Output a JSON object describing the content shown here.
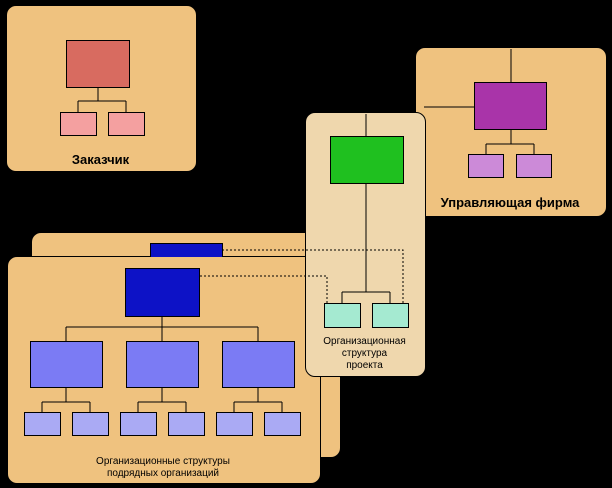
{
  "labels": {
    "customer": "Заказчик",
    "management_firm": "Управляющая фирма",
    "project_structure": [
      "Организационная",
      "структура",
      "проекта"
    ],
    "contractor_structures": [
      "Организационные структуры",
      "подрядных организаций"
    ]
  },
  "colors": {
    "panel": "#efc27f",
    "project_panel": "#efd7ad",
    "customer_top": "#d86b60",
    "customer_sub": "#f4a0a0",
    "management_top": "#a934a9",
    "management_sub": "#cc8ad8",
    "project_top": "#1fc01f",
    "project_sub": "#a5ead1",
    "contractor_top": "#0d12c6",
    "contractor_mid": "#7b7bf4",
    "contractor_sub": "#aaaaf4"
  }
}
